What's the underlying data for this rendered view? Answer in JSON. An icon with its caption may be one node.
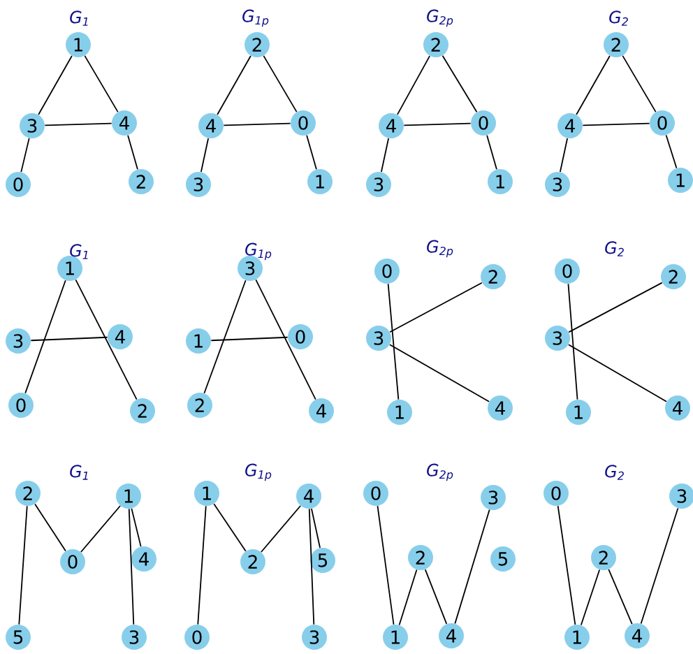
{
  "diagram": {
    "nodes": [
      {
        "text": [
          "1"
        ]
      },
      {
        "text": [
          "3"
        ]
      },
      {
        "text": [
          "4"
        ]
      },
      {
        "text": [
          "0"
        ]
      },
      {
        "text": [
          "2"
        ]
      },
      {
        "text": [
          "2"
        ]
      },
      {
        "text": [
          "4"
        ]
      },
      {
        "text": [
          "0"
        ]
      },
      {
        "text": [
          "3"
        ]
      },
      {
        "text": [
          "1"
        ]
      },
      {
        "text": [
          "2"
        ]
      },
      {
        "text": [
          "4"
        ]
      },
      {
        "text": [
          "0"
        ]
      },
      {
        "text": [
          "3"
        ]
      },
      {
        "text": [
          "1"
        ]
      },
      {
        "text": [
          "2"
        ]
      },
      {
        "text": [
          "4"
        ]
      },
      {
        "text": [
          "0"
        ]
      },
      {
        "text": [
          "3"
        ]
      },
      {
        "text": [
          "1"
        ]
      },
      {
        "text": [
          "1"
        ]
      },
      {
        "text": [
          "3"
        ]
      },
      {
        "text": [
          "4"
        ]
      },
      {
        "text": [
          "0"
        ]
      },
      {
        "text": [
          "2"
        ]
      },
      {
        "text": [
          "3"
        ]
      },
      {
        "text": [
          "1"
        ]
      },
      {
        "text": [
          "0"
        ]
      },
      {
        "text": [
          "2"
        ]
      },
      {
        "text": [
          "4"
        ]
      },
      {
        "text": [
          "0"
        ]
      },
      {
        "text": [
          "2"
        ]
      },
      {
        "text": [
          "3"
        ]
      },
      {
        "text": [
          "1"
        ]
      },
      {
        "text": [
          "4"
        ]
      },
      {
        "text": [
          "0"
        ]
      },
      {
        "text": [
          "2"
        ]
      },
      {
        "text": [
          "3"
        ]
      },
      {
        "text": [
          "1"
        ]
      },
      {
        "text": [
          "4"
        ]
      },
      {
        "text": [
          "2"
        ]
      },
      {
        "text": [
          "1"
        ]
      },
      {
        "text": [
          "0"
        ]
      },
      {
        "text": [
          "4"
        ]
      },
      {
        "text": [
          "5"
        ]
      },
      {
        "text": [
          "3"
        ]
      },
      {
        "text": [
          "1"
        ]
      },
      {
        "text": [
          "4"
        ]
      },
      {
        "text": [
          "2"
        ]
      },
      {
        "text": [
          "5"
        ]
      },
      {
        "text": [
          "0"
        ]
      },
      {
        "text": [
          "3"
        ]
      },
      {
        "text": [
          "0"
        ]
      },
      {
        "text": [
          "3"
        ]
      },
      {
        "text": [
          "2"
        ]
      },
      {
        "text": [
          "5"
        ]
      },
      {
        "text": [
          "1"
        ]
      },
      {
        "text": [
          "4"
        ]
      },
      {
        "text": [
          "0"
        ]
      },
      {
        "text": [
          "3"
        ]
      },
      {
        "text": [
          "2"
        ]
      },
      {
        "text": [
          "1"
        ]
      },
      {
        "text": [
          "4"
        ]
      }
    ],
    "edges": [
      {
        "from": 0,
        "to": 1,
        "arrow": "none"
      },
      {
        "from": 0,
        "to": 2,
        "arrow": "none"
      },
      {
        "from": 1,
        "to": 2,
        "arrow": "none"
      },
      {
        "from": 1,
        "to": 3,
        "arrow": "none"
      },
      {
        "from": 2,
        "to": 4,
        "arrow": "none"
      },
      {
        "from": 5,
        "to": 6,
        "arrow": "none"
      },
      {
        "from": 5,
        "to": 7,
        "arrow": "none"
      },
      {
        "from": 6,
        "to": 7,
        "arrow": "none"
      },
      {
        "from": 6,
        "to": 8,
        "arrow": "none"
      },
      {
        "from": 7,
        "to": 9,
        "arrow": "none"
      },
      {
        "from": 10,
        "to": 11,
        "arrow": "none"
      },
      {
        "from": 10,
        "to": 12,
        "arrow": "none"
      },
      {
        "from": 11,
        "to": 12,
        "arrow": "none"
      },
      {
        "from": 11,
        "to": 13,
        "arrow": "none"
      },
      {
        "from": 12,
        "to": 14,
        "arrow": "none"
      },
      {
        "from": 15,
        "to": 16,
        "arrow": "none"
      },
      {
        "from": 15,
        "to": 17,
        "arrow": "none"
      },
      {
        "from": 16,
        "to": 17,
        "arrow": "none"
      },
      {
        "from": 16,
        "to": 18,
        "arrow": "none"
      },
      {
        "from": 17,
        "to": 19,
        "arrow": "none"
      },
      {
        "from": 20,
        "to": 23,
        "arrow": "none"
      },
      {
        "from": 20,
        "to": 24,
        "arrow": "none"
      },
      {
        "from": 21,
        "to": 22,
        "arrow": "none"
      },
      {
        "from": 25,
        "to": 28,
        "arrow": "none"
      },
      {
        "from": 25,
        "to": 29,
        "arrow": "none"
      },
      {
        "from": 26,
        "to": 27,
        "arrow": "none"
      },
      {
        "from": 30,
        "to": 33,
        "arrow": "none"
      },
      {
        "from": 32,
        "to": 31,
        "arrow": "none"
      },
      {
        "from": 32,
        "to": 34,
        "arrow": "none"
      },
      {
        "from": 35,
        "to": 38,
        "arrow": "none"
      },
      {
        "from": 37,
        "to": 36,
        "arrow": "none"
      },
      {
        "from": 37,
        "to": 39,
        "arrow": "none"
      },
      {
        "from": 40,
        "to": 42,
        "arrow": "none"
      },
      {
        "from": 42,
        "to": 41,
        "arrow": "none"
      },
      {
        "from": 41,
        "to": 43,
        "arrow": "none"
      },
      {
        "from": 41,
        "to": 45,
        "arrow": "none"
      },
      {
        "from": 40,
        "to": 44,
        "arrow": "none"
      },
      {
        "from": 46,
        "to": 50,
        "arrow": "none"
      },
      {
        "from": 46,
        "to": 48,
        "arrow": "none"
      },
      {
        "from": 48,
        "to": 47,
        "arrow": "none"
      },
      {
        "from": 47,
        "to": 49,
        "arrow": "none"
      },
      {
        "from": 47,
        "to": 51,
        "arrow": "none"
      },
      {
        "from": 52,
        "to": 56,
        "arrow": "none"
      },
      {
        "from": 56,
        "to": 54,
        "arrow": "none"
      },
      {
        "from": 54,
        "to": 57,
        "arrow": "none"
      },
      {
        "from": 57,
        "to": 53,
        "arrow": "none"
      },
      {
        "from": 58,
        "to": 61,
        "arrow": "none"
      },
      {
        "from": 61,
        "to": 60,
        "arrow": "none"
      },
      {
        "from": 60,
        "to": 62,
        "arrow": "none"
      },
      {
        "from": 62,
        "to": 59,
        "arrow": "none"
      }
    ],
    "labels": [
      "G$_{1}$",
      "G$_{1p}$",
      "G$_{2p}$",
      "G$_{2}$",
      "G$_{1}$",
      "G$_{1p}$",
      "G$_{2p}$",
      "G$_{2}$",
      "G$_{1}$",
      "G$_{1p}$",
      "G$_{2p}$",
      "G$_{2}$"
    ]
  }
}
